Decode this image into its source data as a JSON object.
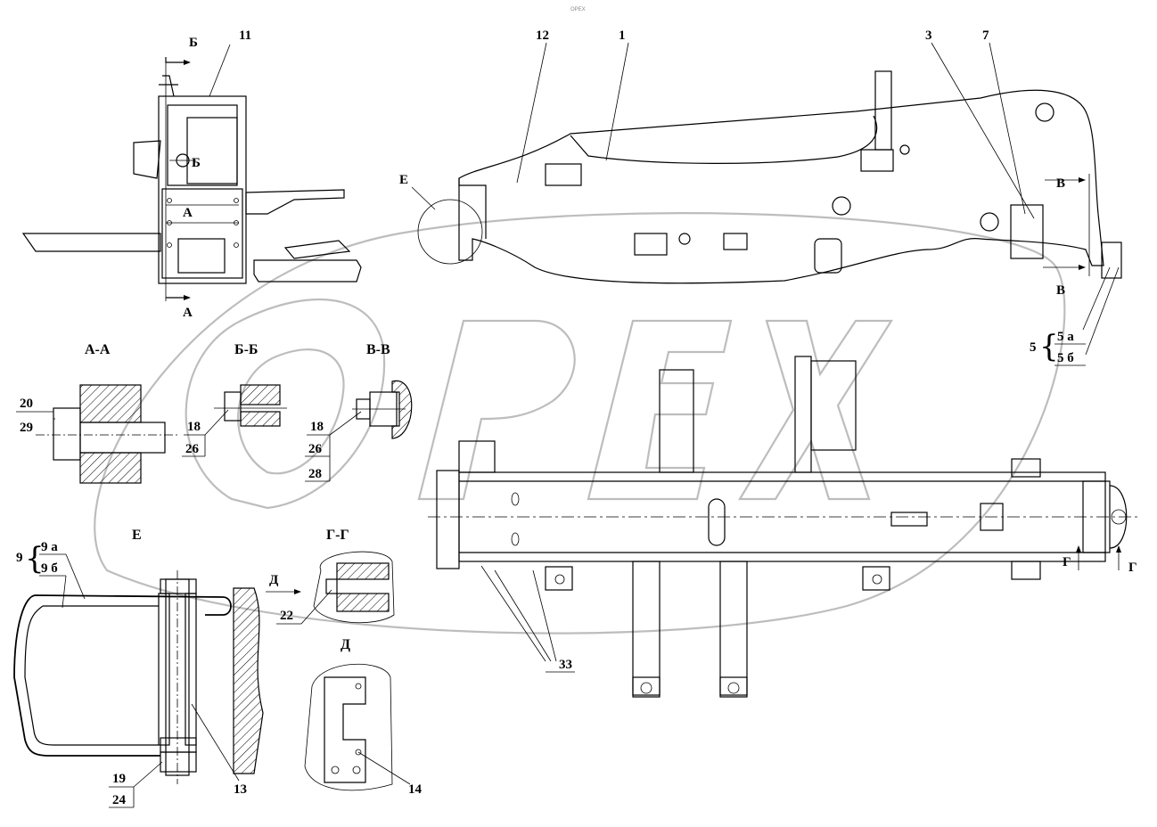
{
  "header_mark": "ОРЕХ",
  "watermark": "OPEX",
  "callouts": {
    "c1": "1",
    "c3": "3",
    "c5": "5",
    "c5a": "5 а",
    "c5b": "5 б",
    "c7": "7",
    "c9": "9",
    "c9a": "9 а",
    "c9b": "9 б",
    "c11": "11",
    "c12": "12",
    "c13": "13",
    "c14": "14",
    "c18a": "18",
    "c18b": "18",
    "c19": "19",
    "c20": "20",
    "c22": "22",
    "c24": "24",
    "c26a": "26",
    "c26b": "26",
    "c28": "28",
    "c29": "29",
    "c33": "33"
  },
  "sections": {
    "aa": "А-А",
    "bb": "Б-Б",
    "vv": "В-В",
    "gg": "Г-Г",
    "e": "Е",
    "d": "Д"
  },
  "view_marks": {
    "a_top": "А",
    "a_bottom": "А",
    "b_top": "Б",
    "b_mid": "Б",
    "v_top": "В",
    "v_bottom": "В",
    "g_left": "Г",
    "g_right": "Г",
    "d_arrow": "Д",
    "e_circle": "Е"
  }
}
